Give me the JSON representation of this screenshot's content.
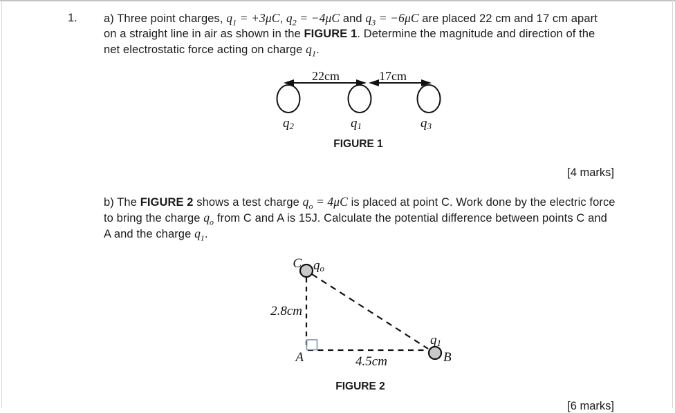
{
  "page": {
    "question_number": "1.",
    "marks_a": "[4 marks]",
    "marks_b": "[6 marks]"
  },
  "part_a": {
    "segments": {
      "t1": "a) Three point charges, ",
      "m1": {
        "base": "q",
        "sub": "1",
        "rest": " = +3μC"
      },
      "t2": ", ",
      "m2": {
        "base": "q",
        "sub": "2",
        "rest": " = −4μC"
      },
      "t3": " and ",
      "m3": {
        "base": "q",
        "sub": "3",
        "rest": " = −6μC"
      },
      "t4": " are placed 22 cm and 17 cm apart on a straight line in air as shown in the ",
      "bold1": "FIGURE 1",
      "t5": ". Determine the magnitude and direction of the net electrostatic force acting on charge ",
      "m4": {
        "base": "q",
        "sub": "1"
      },
      "t6": "."
    }
  },
  "figure1": {
    "caption": "FIGURE 1",
    "dist_left": "22cm",
    "dist_right": "17cm",
    "labels": [
      {
        "base": "q",
        "sub": "2"
      },
      {
        "base": "q",
        "sub": "1"
      },
      {
        "base": "q",
        "sub": "3"
      }
    ]
  },
  "part_b": {
    "segments": {
      "t1": "b) The ",
      "bold1": "FIGURE 2",
      "t2": " shows a test charge ",
      "m1": {
        "base": "q",
        "sub": "o",
        "rest": " = 4μC"
      },
      "t3": " is placed at point C. Work done by the electric force to bring the charge ",
      "m2": {
        "base": "q",
        "sub": "o"
      },
      "t4": " from C and A is 15J. Calculate the potential difference between points C and A and the charge ",
      "m3": {
        "base": "q",
        "sub": "1"
      },
      "t5": "."
    }
  },
  "figure2": {
    "caption": "FIGURE 2",
    "point_c": "C",
    "point_a": "A",
    "point_b": "B",
    "charge_c": {
      "base": "q",
      "sub": "o"
    },
    "charge_b": {
      "base": "q",
      "sub": "1"
    },
    "dist_vertical": "2.8cm",
    "dist_horizontal": "4.5cm"
  },
  "colors": {
    "text": "#1a1a1a",
    "line": "#111111",
    "charge_fill": "#c9c9c9",
    "right_angle_stroke": "#7e93aa",
    "page_edge": "#d8d8d8"
  }
}
